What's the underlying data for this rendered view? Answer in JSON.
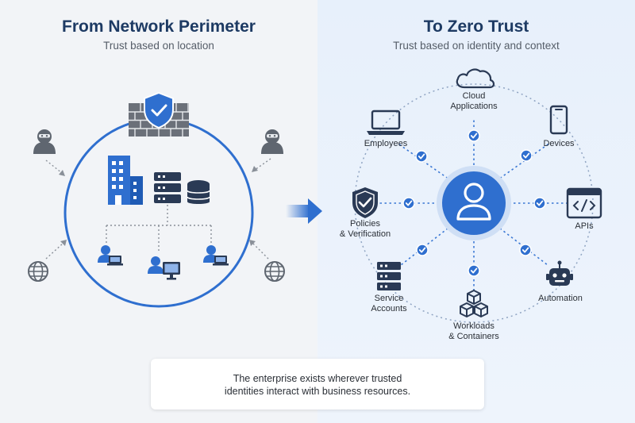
{
  "left": {
    "title": "From Network Perimeter",
    "subtitle": "Trust based on location"
  },
  "right": {
    "title": "To Zero Trust",
    "subtitle": "Trust based on identity and context",
    "nodes": {
      "cloud": "Cloud\nApplications",
      "employees": "Employees",
      "devices": "Devices",
      "policies": "Policies\n& Verification",
      "apis": "APIs",
      "service": "Service\nAccounts",
      "automation": "Automation",
      "workloads": "Workloads\n& Containers"
    }
  },
  "footer": {
    "text": "The enterprise exists wherever trusted identities interact with business resources."
  },
  "icons": {
    "attacker": "hooded-attacker-icon",
    "globe": "globe-icon",
    "firewall": "firewall-shield-icon",
    "building": "office-building-icon",
    "server": "server-rack-icon",
    "database": "database-icon",
    "user": "user-icon",
    "laptop": "laptop-icon",
    "phone": "smartphone-icon",
    "code": "code-window-icon",
    "robot": "robot-icon",
    "cubes": "containers-icon",
    "cloud": "cloud-icon",
    "check": "check-badge-icon",
    "people": "people-group-icon"
  },
  "colors": {
    "primary": "#2f6fcf",
    "navy": "#1d3a63",
    "dark_icon": "#2a3a55",
    "grey_icon": "#5f6670"
  }
}
